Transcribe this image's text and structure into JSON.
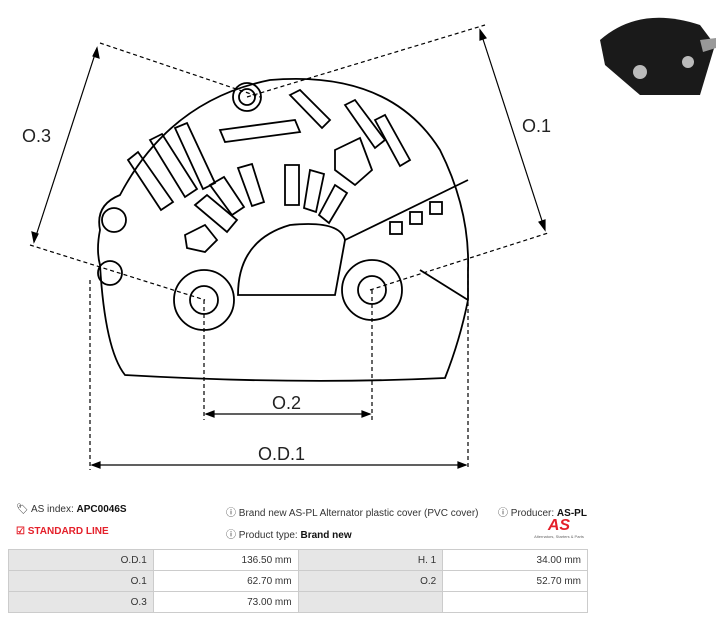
{
  "drawing": {
    "labels": {
      "od1": "O.D.1",
      "o1": "O.1",
      "o2": "O.2",
      "o3": "O.3"
    }
  },
  "info": {
    "index_label": "AS index:",
    "index_value": "APC0046S",
    "line": "STANDARD LINE",
    "description": "Brand new AS-PL Alternator plastic cover (PVC cover)",
    "type_label": "Product type:",
    "type_value": "Brand new",
    "producer_label": "Producer:",
    "producer_value": "AS-PL",
    "logo_text": "AS",
    "logo_tagline": "Alternators, Starters & Parts"
  },
  "colors": {
    "accent": "#e4202a"
  },
  "specs": [
    [
      {
        "label": "O.D.1",
        "value": "136.50 mm"
      },
      {
        "label": "H. 1",
        "value": "34.00 mm"
      }
    ],
    [
      {
        "label": "O.1",
        "value": "62.70 mm"
      },
      {
        "label": "O.2",
        "value": "52.70 mm"
      }
    ],
    [
      {
        "label": "O.3",
        "value": "73.00 mm"
      },
      {
        "label": "",
        "value": ""
      }
    ]
  ]
}
